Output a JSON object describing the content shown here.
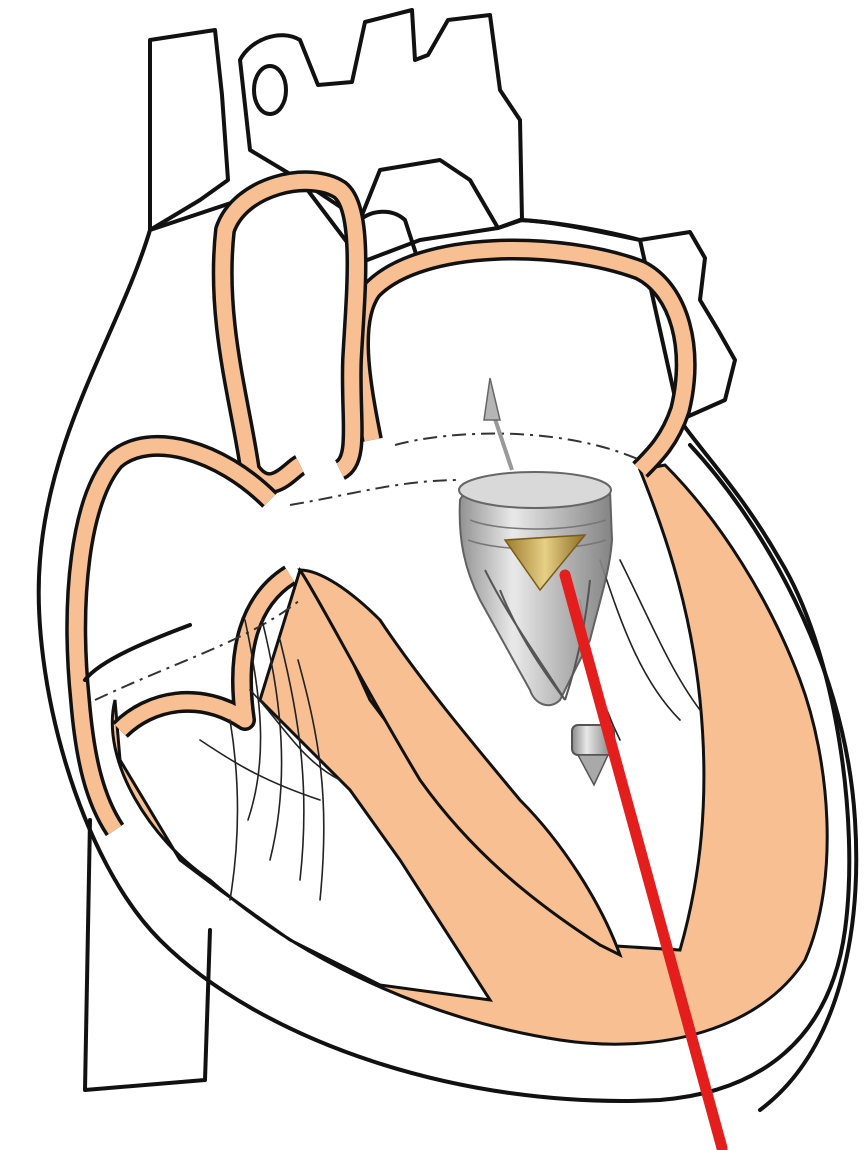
{
  "figure": {
    "kind": "heart-cross-section-illustration",
    "colors": {
      "myocardium": "#f7bf92",
      "outline": "#111111",
      "background": "#ffffff",
      "catheter": "#e41d1d",
      "device_metal": "#c9c9c9",
      "device_gold": "#c9a94a"
    },
    "parts": [
      "superior-vena-cava",
      "aorta",
      "pulmonary-artery",
      "left-atrium",
      "right-atrium",
      "right-ventricle",
      "left-ventricle",
      "interventricular-septum",
      "tricuspid-valve",
      "mitral-valve-prosthesis",
      "delivery-catheter",
      "inferior-vena-cava"
    ]
  }
}
